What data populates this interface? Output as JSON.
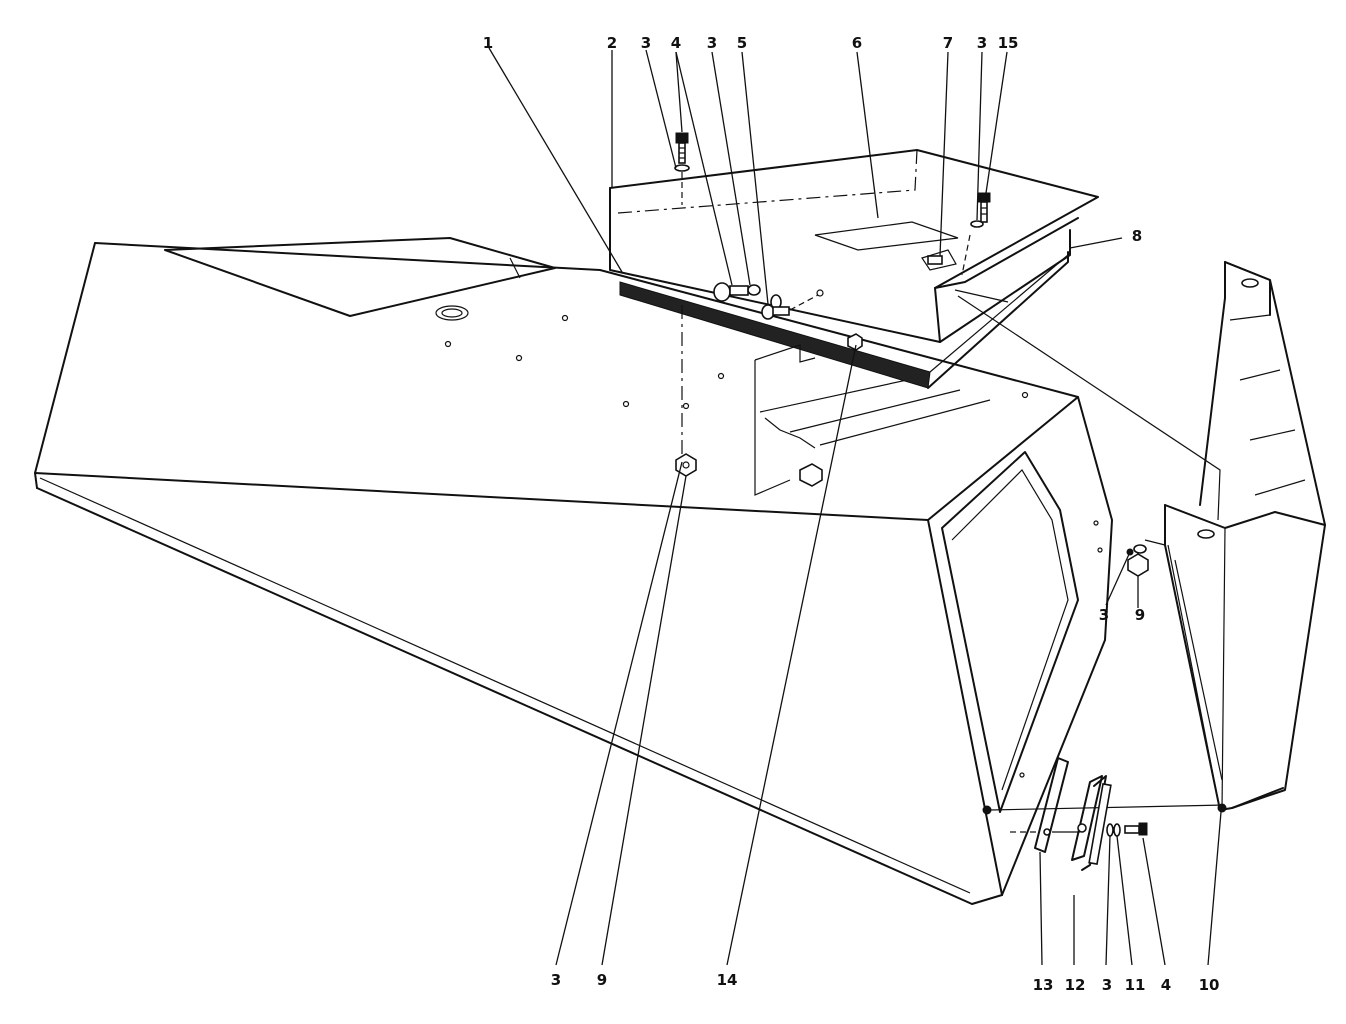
{
  "callouts": [
    {
      "id": "c1",
      "text": "1"
    },
    {
      "id": "c2",
      "text": "2"
    },
    {
      "id": "c3a",
      "text": "3"
    },
    {
      "id": "c4a",
      "text": "4"
    },
    {
      "id": "c3b",
      "text": "3"
    },
    {
      "id": "c5",
      "text": "5"
    },
    {
      "id": "c6",
      "text": "6"
    },
    {
      "id": "c7",
      "text": "7"
    },
    {
      "id": "c3c",
      "text": "3"
    },
    {
      "id": "c15",
      "text": "15"
    },
    {
      "id": "c8",
      "text": "8"
    },
    {
      "id": "c3d",
      "text": "3"
    },
    {
      "id": "c9a",
      "text": "9"
    },
    {
      "id": "c3e",
      "text": "3"
    },
    {
      "id": "c9b",
      "text": "9"
    },
    {
      "id": "c14",
      "text": "14"
    },
    {
      "id": "c13",
      "text": "13"
    },
    {
      "id": "c12",
      "text": "12"
    },
    {
      "id": "c3f",
      "text": "3"
    },
    {
      "id": "c11",
      "text": "11"
    },
    {
      "id": "c4b",
      "text": "4"
    },
    {
      "id": "c10",
      "text": "10"
    }
  ]
}
